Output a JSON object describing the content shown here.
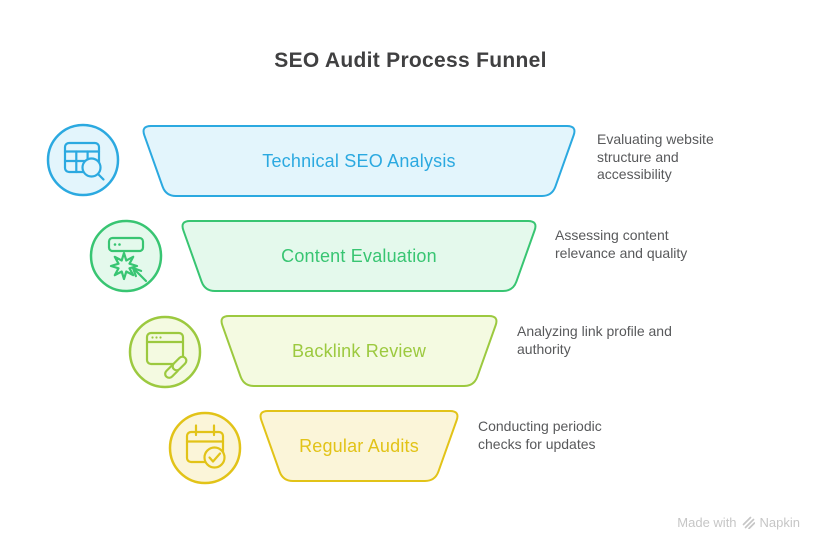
{
  "title": "SEO Audit Process Funnel",
  "funnel": {
    "stages": [
      {
        "label": "Technical SEO Analysis",
        "description": "Evaluating website structure and accessibility",
        "icon": "table-search-icon",
        "color": "#2BA9E0",
        "fill": "#E3F5FC"
      },
      {
        "label": "Content Evaluation",
        "description": "Assessing content relevance and quality",
        "icon": "click-interaction-icon",
        "color": "#38C572",
        "fill": "#E4F9EC"
      },
      {
        "label": "Backlink Review",
        "description": "Analyzing link profile and authority",
        "icon": "browser-link-icon",
        "color": "#9CC93F",
        "fill": "#F4FAE1"
      },
      {
        "label": "Regular Audits",
        "description": "Conducting periodic checks for updates",
        "icon": "calendar-check-icon",
        "color": "#E2C318",
        "fill": "#FBF5D9"
      }
    ]
  },
  "watermark": {
    "made_with": "Made with",
    "brand": "Napkin",
    "icon": "napkin-logo-icon",
    "color": "#C6C6C6"
  },
  "colors": {
    "title": "#404041",
    "description": "#58595B",
    "background": "#FFFFFF"
  }
}
